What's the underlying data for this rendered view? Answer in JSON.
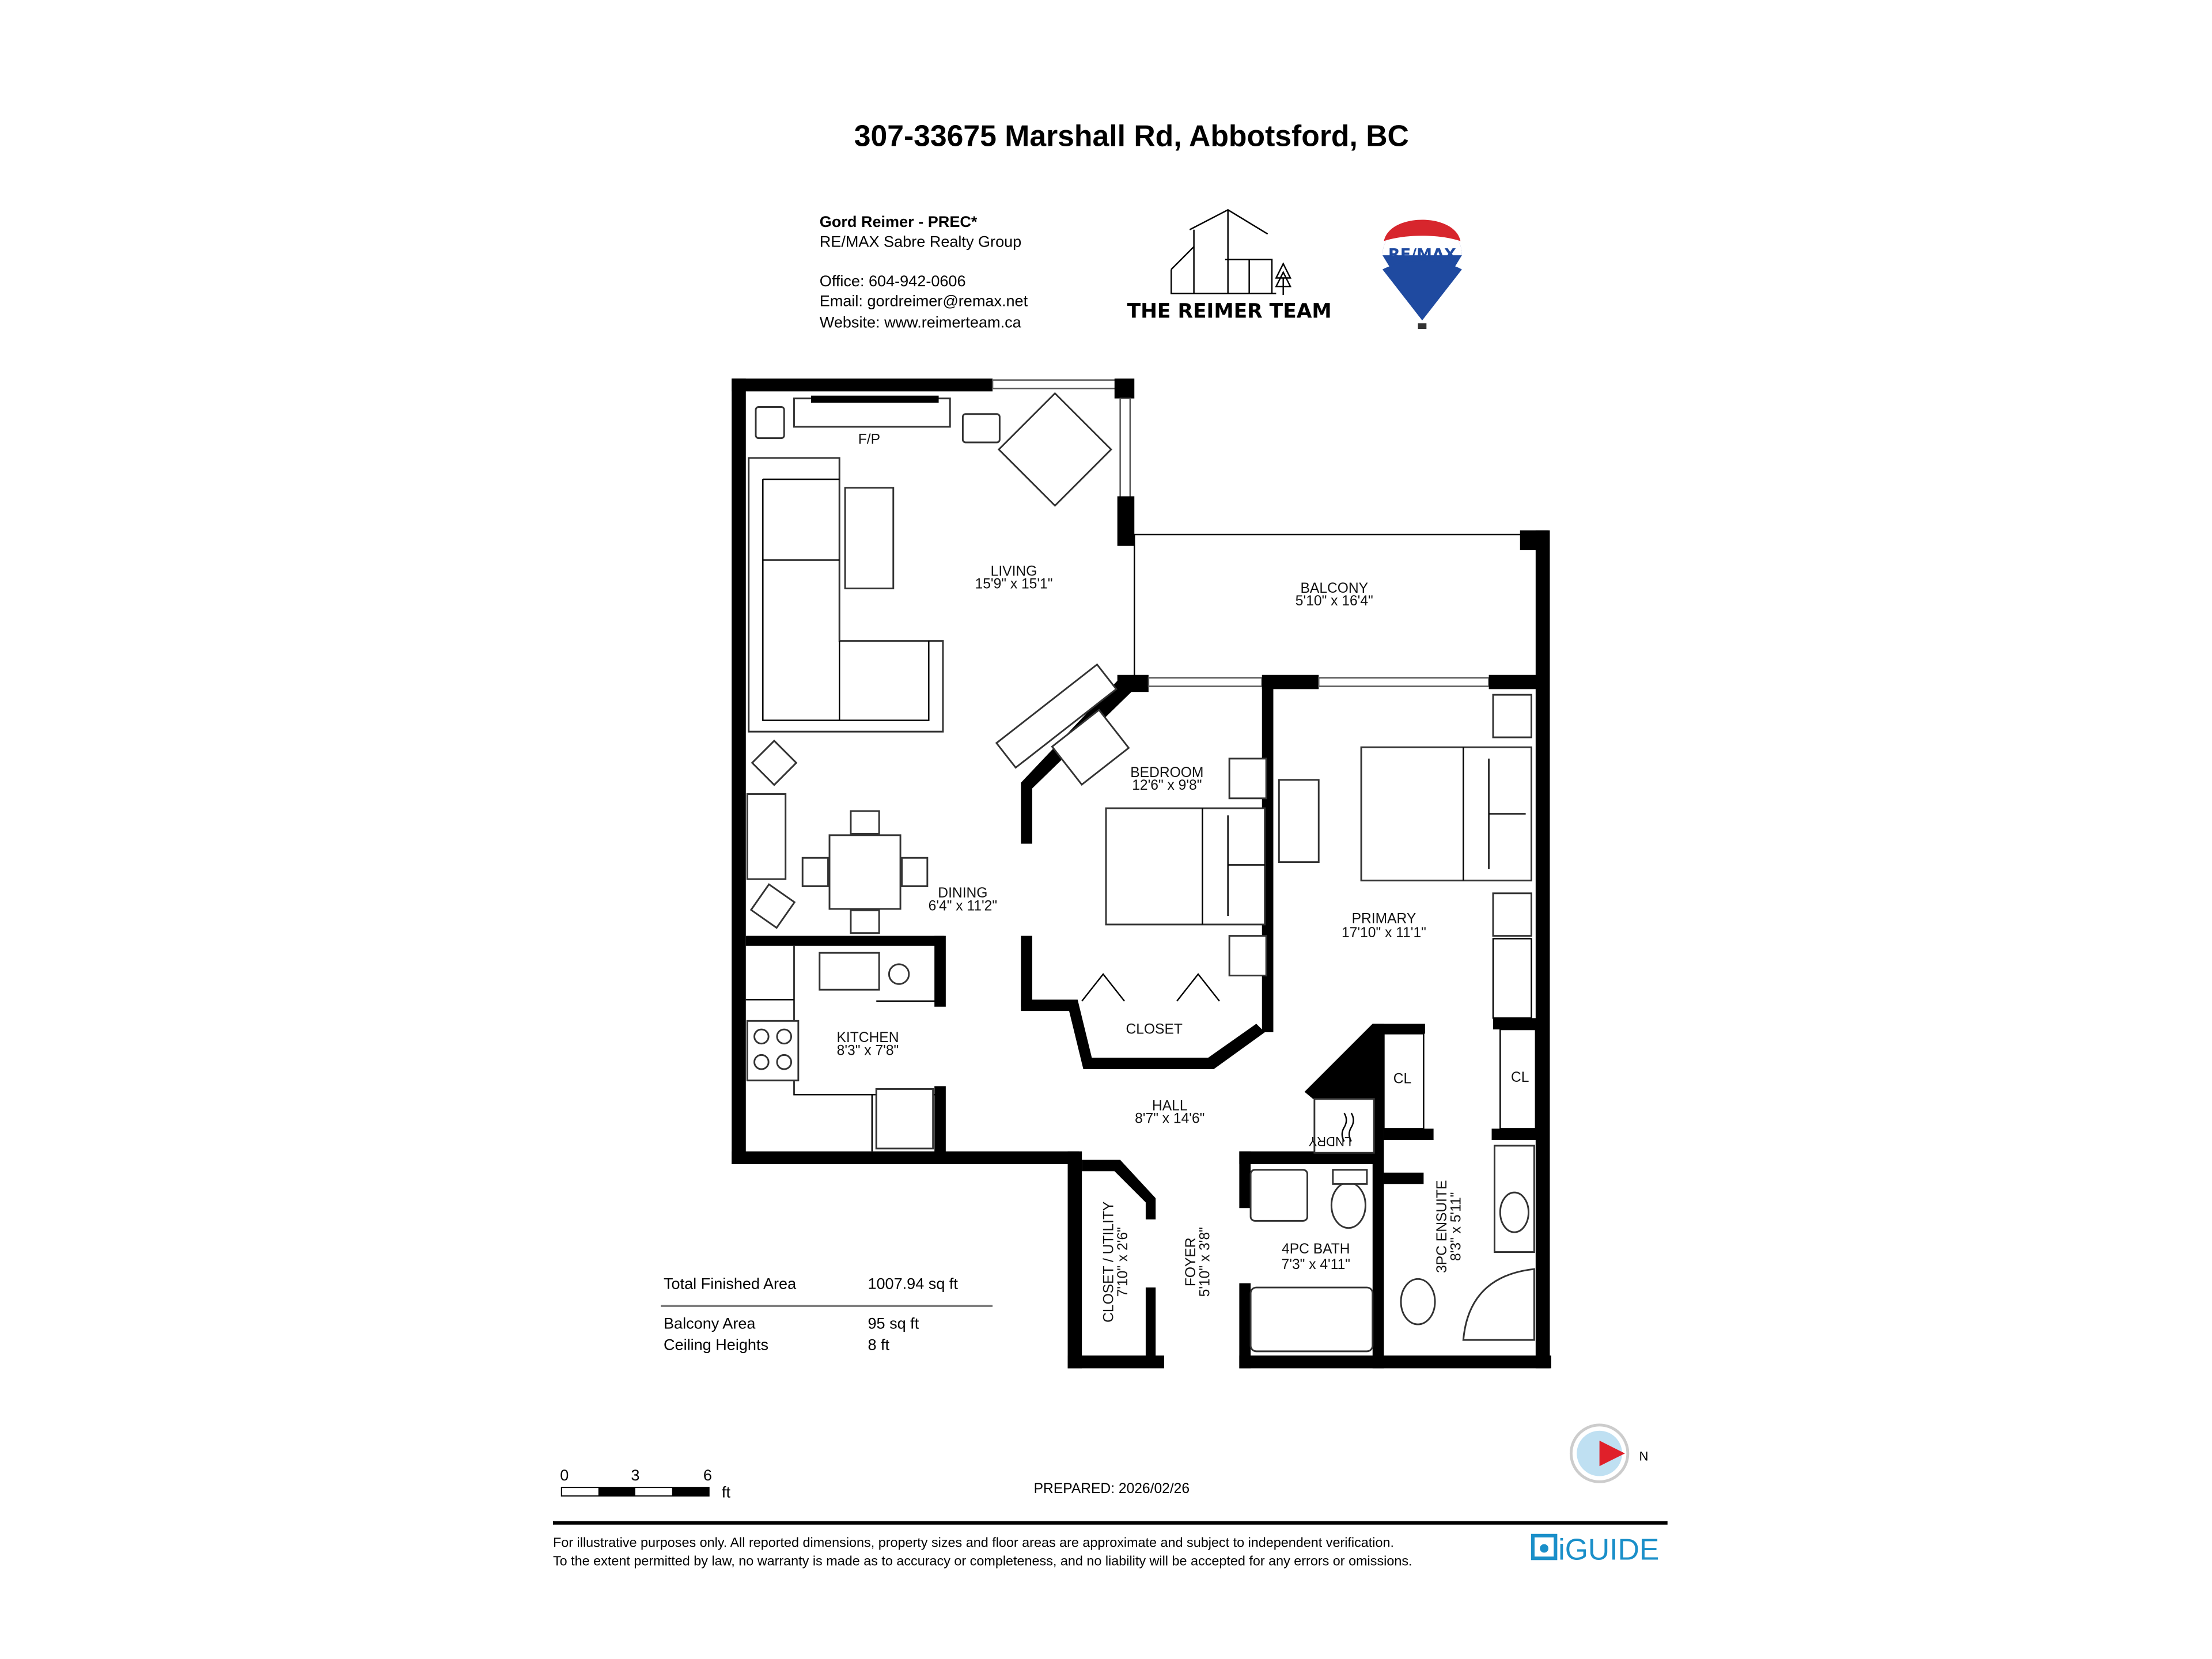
{
  "title": "307-33675 Marshall Rd, Abbotsford, BC",
  "agent": {
    "name": "Gord Reimer - PREC*",
    "brokerage": "RE/MAX Sabre Realty Group",
    "office": "Office: 604-942-0606",
    "email": "Email: gordreimer@remax.net",
    "website": "Website: www.reimerteam.ca"
  },
  "logos": {
    "team": "THE REIMER TEAM",
    "remax": "RE/MAX",
    "iguide": "iGUIDE"
  },
  "colors": {
    "remax_red": "#d7262d",
    "remax_blue": "#1f4aa0",
    "iguide_blue": "#1a8fc9",
    "compass_red": "#e0202a"
  },
  "rooms": [
    {
      "name": "LIVING",
      "dims": "15'9\" x 15'1\""
    },
    {
      "name": "BALCONY",
      "dims": "5'10\" x 16'4\""
    },
    {
      "name": "BEDROOM",
      "dims": "12'6\" x 9'8\""
    },
    {
      "name": "PRIMARY",
      "dims": "17'10\" x 11'1\""
    },
    {
      "name": "DINING",
      "dims": "6'4\" x 11'2\""
    },
    {
      "name": "KITCHEN",
      "dims": "8'3\" x 7'8\""
    },
    {
      "name": "CLOSET",
      "dims": ""
    },
    {
      "name": "HALL",
      "dims": "8'7\" x 14'6\""
    },
    {
      "name": "CLOSET / UTILITY",
      "dims": "7'10\" x 2'6\""
    },
    {
      "name": "FOYER",
      "dims": "5'10\" x 3'8\""
    },
    {
      "name": "4PC BATH",
      "dims": "7'3\" x 4'11\""
    },
    {
      "name": "3PC ENSUITE",
      "dims": "8'3\" x 5'11\""
    }
  ],
  "labels": {
    "fp": "F/P",
    "cl1": "CL",
    "cl2": "CL",
    "laundry": "LNDRY"
  },
  "areas": [
    {
      "label": "Total Finished Area",
      "value": "1007.94 sq ft"
    },
    {
      "label": "Balcony Area",
      "value": "95 sq ft"
    },
    {
      "label": "Ceiling Heights",
      "value": "8 ft"
    }
  ],
  "scale": {
    "ticks": [
      "0",
      "3",
      "6"
    ],
    "unit": "ft"
  },
  "compass": {
    "label": "N"
  },
  "prepared": "PREPARED: 2026/02/26",
  "disclaimer": [
    "For illustrative purposes only. All reported dimensions, property sizes and floor areas are approximate and subject to independent verification.",
    "To the extent permitted by law, no warranty is made as to accuracy or completeness, and no liability will be accepted for any errors or omissions."
  ]
}
